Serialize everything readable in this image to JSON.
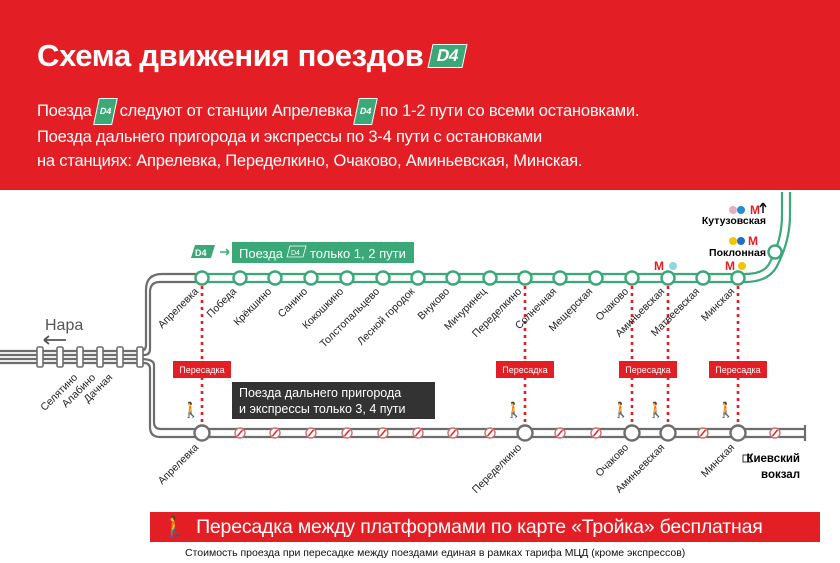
{
  "header": {
    "title": "Схема движения поездов",
    "line_badge": "D4",
    "line1_a": "Поезда",
    "line1_b": "следуют от станции Апрелевка",
    "line1_c": "по 1-2 пути со всеми остановками.",
    "line2": "Поезда дальнего пригорода и экспрессы по 3-4 пути с остановками",
    "line3": "на станциях:  Апрелевка, Переделкино, Очаково, Аминьевская, Минская."
  },
  "colors": {
    "red": "#e31e24",
    "green": "#3aa877",
    "grey": "#6d6d6d",
    "dark": "#333333"
  },
  "map": {
    "direction_label": "Нара",
    "upper_legend": {
      "badge": "D4",
      "text_a": "Поезда",
      "text_b": "только 1, 2 пути"
    },
    "lower_legend": {
      "line1": "Поезда дальнего пригорода",
      "line2": "и экспрессы только 3, 4 пути"
    },
    "transfer_label": "Пересадка",
    "branch_stations": [
      "Селятино",
      "Алабино",
      "Дачная"
    ],
    "upper_stations": [
      "Апрелевка",
      "Победа",
      "Крёкшино",
      "Санино",
      "Кокошкино",
      "Толстопальцево",
      "Лесной городок",
      "Внуково",
      "Мичуринец",
      "Переделкино",
      "Солнечная",
      "Мещерская",
      "Очаково",
      "Аминьевская",
      "Матвеевская",
      "Минская"
    ],
    "lower_stations": [
      "Апрелевка",
      "Переделкино",
      "Очаково",
      "Аминьевская",
      "Минская"
    ],
    "poklonnaya": "Поклонная",
    "kutuzovskaya": "Кутузовская",
    "terminal_line1": "Киевский",
    "terminal_line2": "вокзал",
    "metro_letter": "М"
  },
  "footer": {
    "banner": "Пересадка между платформами по карте «Тройка» бесплатная",
    "note": "Стоимость проезда при пересадке между поездами единая в рамках тарифа МЦД (кроме экспрессов)"
  }
}
